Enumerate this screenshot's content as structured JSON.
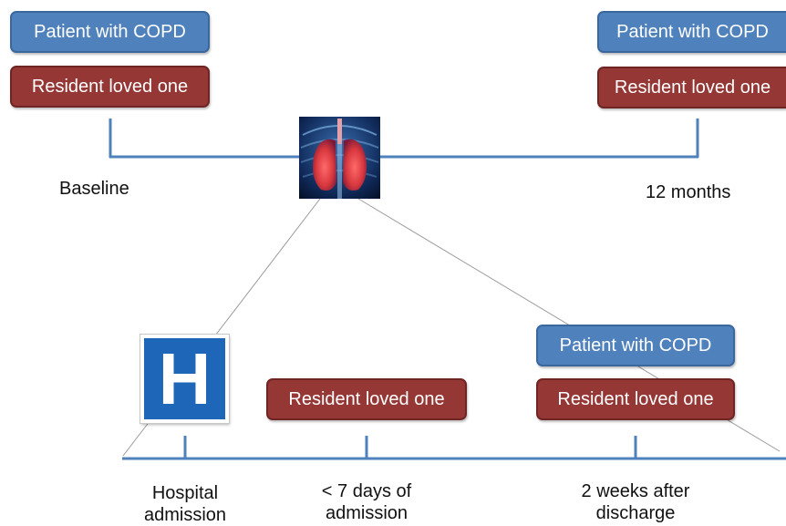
{
  "top": {
    "left_patient": "Patient with COPD",
    "left_loved_one": "Resident loved one",
    "right_patient": "Patient with COPD",
    "right_loved_one": "Resident loved one",
    "baseline": "Baseline",
    "months_12": "12 months"
  },
  "bottom": {
    "hospital_letter": "H",
    "mid_loved_one": "Resident loved one",
    "right_patient": "Patient with COPD",
    "right_loved_one": "Resident loved one",
    "label_admission_1": "Hospital",
    "label_admission_2": "admission",
    "label_7days_1": "< 7 days of",
    "label_7days_2": "admission",
    "label_discharge_1": "2 weeks after",
    "label_discharge_2": "discharge"
  },
  "colors": {
    "patient_box": "#4f81bd",
    "loved_one_box": "#953735",
    "timeline": "#4f81bd",
    "hospital_sign": "#1e66b8"
  },
  "icons": [
    "lungs-image",
    "hospital-sign-icon"
  ]
}
